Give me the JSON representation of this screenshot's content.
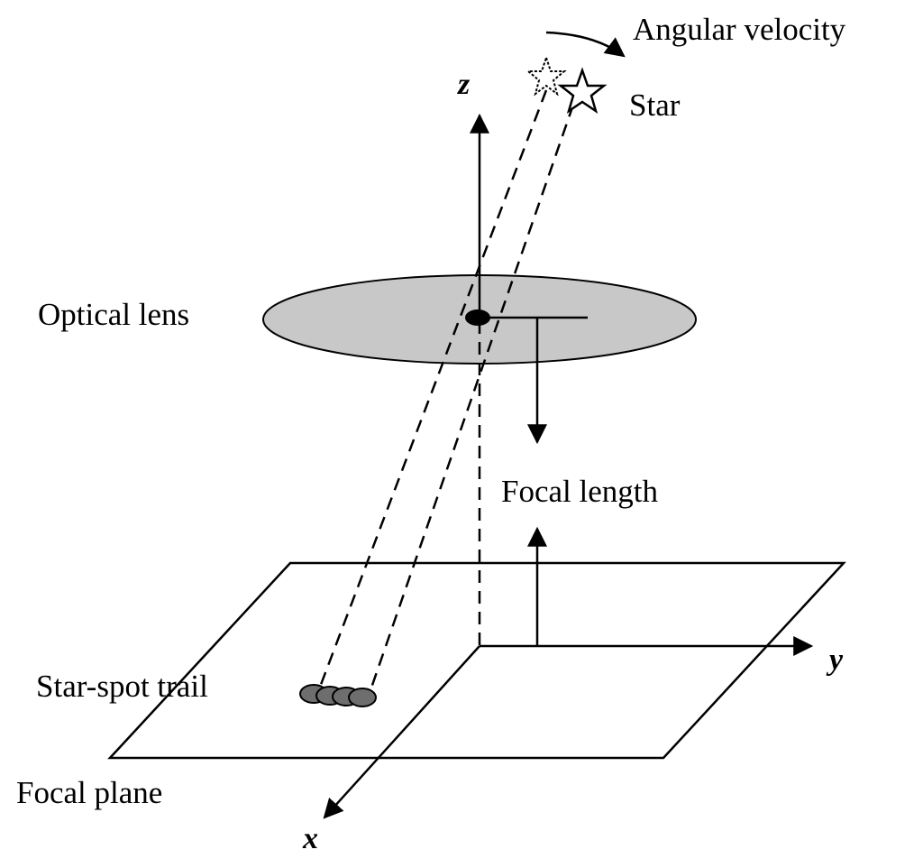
{
  "labels": {
    "angular_velocity": "Angular velocity",
    "star": "Star",
    "z_axis": "z",
    "optical_lens": "Optical lens",
    "focal_length": "Focal length",
    "star_spot_trail": "Star-spot trail",
    "focal_plane": "Focal plane",
    "x_axis": "x",
    "y_axis": "y"
  },
  "colors": {
    "line": "#000000",
    "lens_fill": "#c8c8c8",
    "spot_fill": "#6e6e6e",
    "background": "#ffffff"
  }
}
